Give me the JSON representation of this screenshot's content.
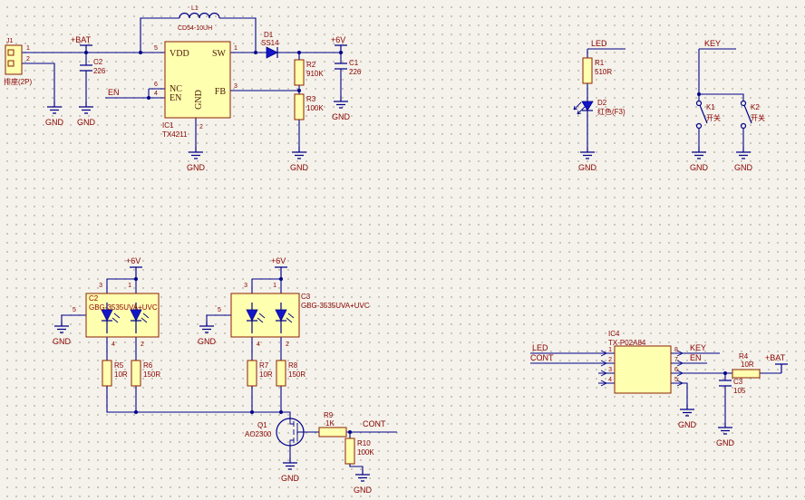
{
  "canvas": {
    "background": "#F4F2EA",
    "grid_dot_color": "#B9B7AC",
    "wire_color": "#00008B",
    "part_fill": "#FFFFB0",
    "part_border": "#8B2000",
    "text_color": "#8B0000",
    "diode_fill": "#1515C8"
  },
  "labels": {
    "gnd": "GND"
  },
  "power": {
    "bat": "+BAT",
    "v6": "+6V"
  },
  "nets": {
    "en": "EN",
    "led": "LED",
    "key": "KEY",
    "cont": "CONT"
  },
  "components": {
    "j1": {
      "ref": "J1",
      "val": "排座(2P)",
      "p1": "1",
      "p2": "2"
    },
    "c2a": {
      "ref": "C2",
      "val": "226"
    },
    "l1": {
      "ref": "L1",
      "val": "CD54-10UH"
    },
    "ic1": {
      "ref": "IC1",
      "val": "TX4211",
      "pin_vdd": "VDD",
      "pin_sw": "SW",
      "pin_nc": "NC",
      "pin_en": "EN",
      "pin_fb": "FB",
      "pin_gnd": "GND",
      "n_vdd": "5",
      "n_sw": "1",
      "n_nc": "6",
      "n_en": "4",
      "n_fb": "3",
      "n_gnd": "2"
    },
    "d1": {
      "ref": "D1",
      "val": "SS14"
    },
    "r2": {
      "ref": "R2",
      "val": "910K"
    },
    "r3": {
      "ref": "R3",
      "val": "100K"
    },
    "c1": {
      "ref": "C1",
      "val": "226"
    },
    "r1": {
      "ref": "R1",
      "val": "510R"
    },
    "d2": {
      "ref": "D2",
      "val": "红色(F3)"
    },
    "k1": {
      "ref": "K1",
      "val": "开关"
    },
    "k2": {
      "ref": "K2",
      "val": "开关"
    },
    "m1": {
      "ref": "C2",
      "val": "GBG-3535UVA+UVC",
      "n1": "1",
      "n2": "2",
      "n3": "3",
      "n4": "4",
      "n5": "5"
    },
    "m2": {
      "ref": "C3",
      "val": "GBG-3535UVA+UVC",
      "n1": "1",
      "n2": "2",
      "n3": "3",
      "n4": "4",
      "n5": "5"
    },
    "r5": {
      "ref": "R5",
      "val": "10R"
    },
    "r6": {
      "ref": "R6",
      "val": "150R"
    },
    "r7": {
      "ref": "R7",
      "val": "10R"
    },
    "r8": {
      "ref": "R8",
      "val": "150R"
    },
    "q1": {
      "ref": "Q1",
      "val": "AO2300"
    },
    "r9": {
      "ref": "R9",
      "val": "1K"
    },
    "r10": {
      "ref": "R10",
      "val": "100K"
    },
    "ic4": {
      "ref": "IC4",
      "val": "TX-P02A84",
      "n1": "1",
      "n2": "2",
      "n3": "3",
      "n4": "4",
      "n5": "5",
      "n6": "6",
      "n7": "7",
      "n8": "8"
    },
    "r4": {
      "ref": "R4",
      "val": "10R"
    },
    "c3b": {
      "ref": "C3",
      "val": "105"
    }
  }
}
